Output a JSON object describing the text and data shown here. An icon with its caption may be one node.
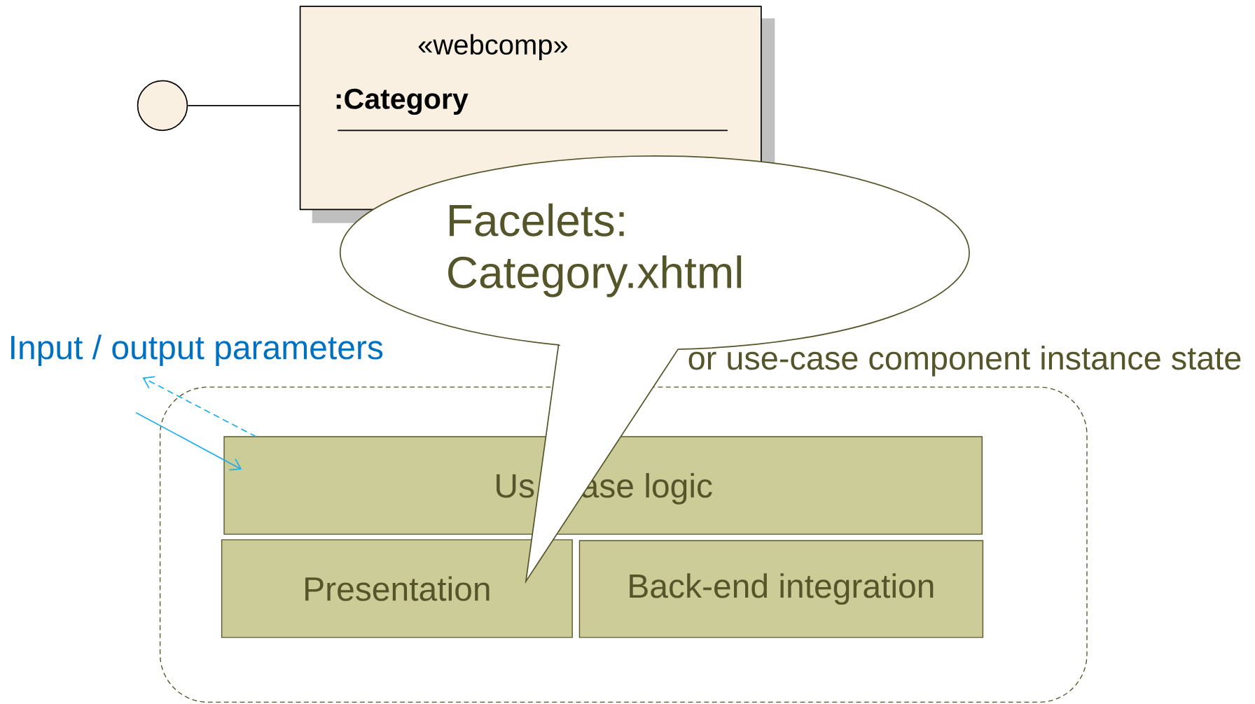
{
  "diagram": {
    "nodes": [
      {
        "text": [],
        "shape": "circle"
      },
      {
        "text": [
          "«webcomp»",
          ":Category"
        ]
      },
      {
        "text": [
          "Facelets: Category.xhtml"
        ]
      },
      {
        "text": [
          "or use-case component instance state"
        ]
      },
      {
        "text": [
          "Us",
          "ase logic"
        ],
        "in": 3
      },
      {
        "text": [
          "Presentation"
        ],
        "in": 3
      },
      {
        "text": [
          "Back-end integration"
        ],
        "in": 3
      },
      {
        "text": [
          "Input / output parameters"
        ]
      }
    ],
    "edges": [
      {
        "from": 0,
        "to": 1,
        "arrow": "none",
        "color": "#000000"
      },
      {
        "from": 4,
        "to": 7,
        "arrow": "to",
        "style": "dashed",
        "color": "#1ab0ea"
      },
      {
        "from": null,
        "to": 4,
        "arrow": "to",
        "color": "#1ab0ea"
      }
    ]
  }
}
